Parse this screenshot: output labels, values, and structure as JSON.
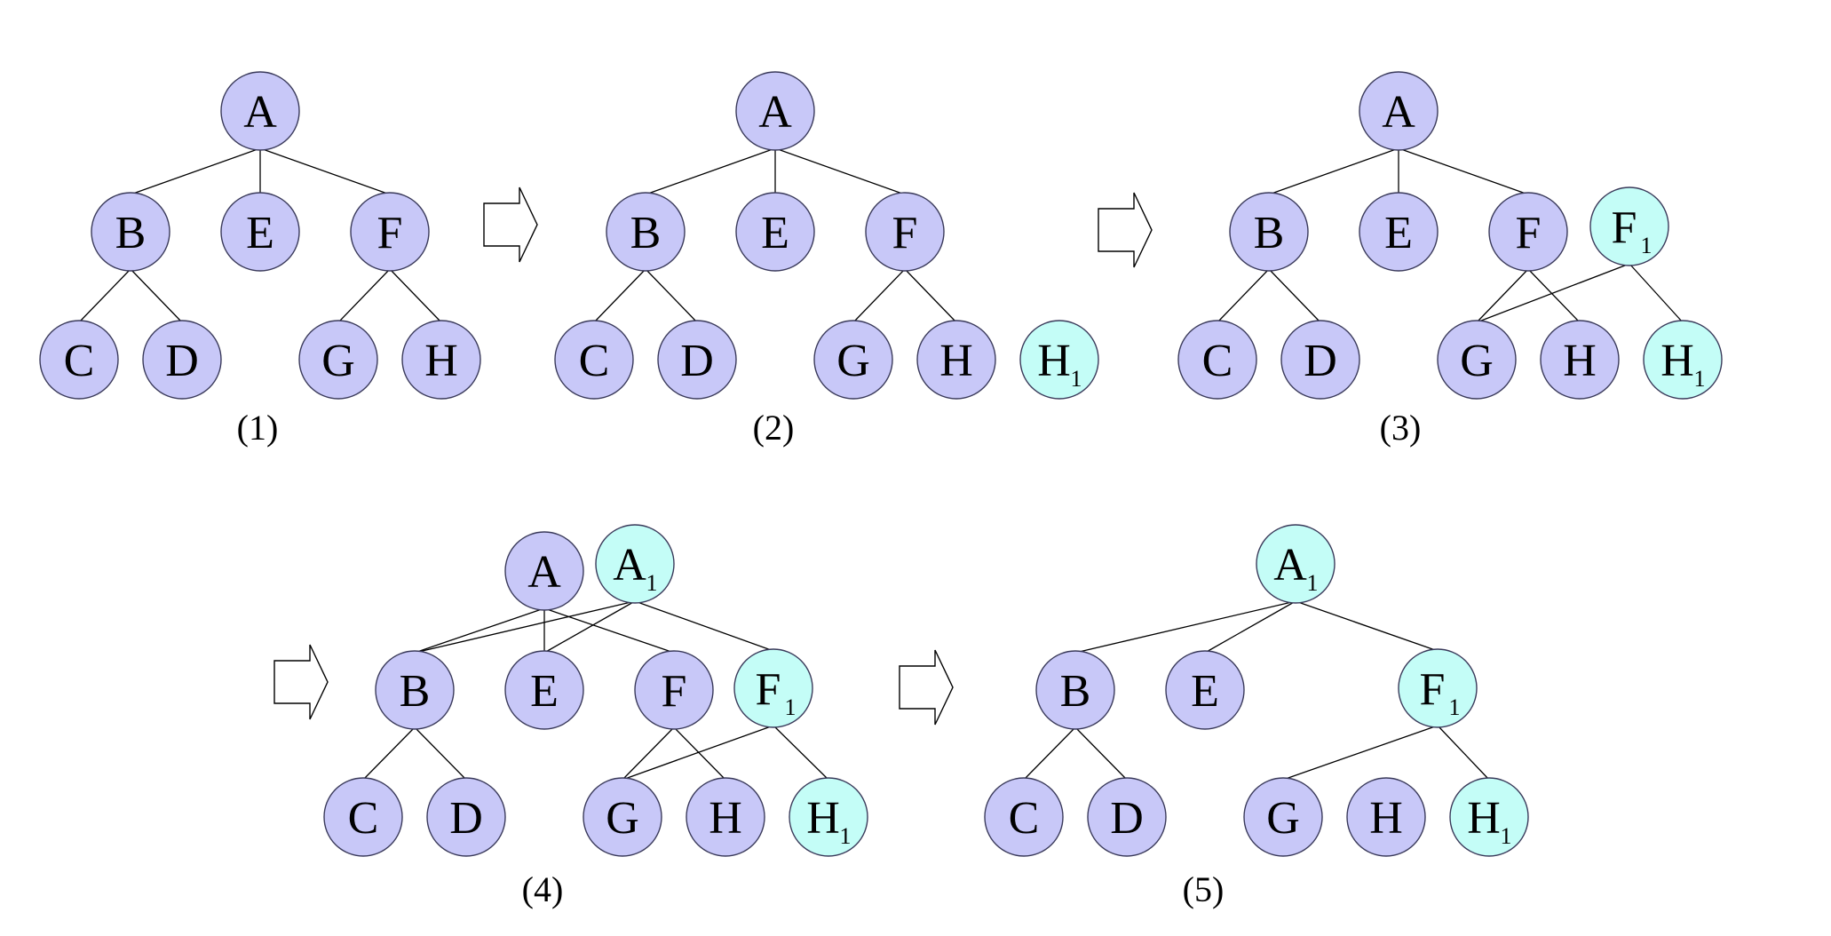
{
  "colors": {
    "original_node": "#c8c8f8",
    "copied_node": "#c4fdf7",
    "edge": "#000000",
    "arrow_fill": "#ffffff"
  },
  "panels": [
    {
      "caption": "(1)",
      "nodes": [
        {
          "id": "A",
          "label": "A",
          "sub": "",
          "kind": "original"
        },
        {
          "id": "B",
          "label": "B",
          "sub": "",
          "kind": "original"
        },
        {
          "id": "E",
          "label": "E",
          "sub": "",
          "kind": "original"
        },
        {
          "id": "F",
          "label": "F",
          "sub": "",
          "kind": "original"
        },
        {
          "id": "C",
          "label": "C",
          "sub": "",
          "kind": "original"
        },
        {
          "id": "D",
          "label": "D",
          "sub": "",
          "kind": "original"
        },
        {
          "id": "G",
          "label": "G",
          "sub": "",
          "kind": "original"
        },
        {
          "id": "H",
          "label": "H",
          "sub": "",
          "kind": "original"
        }
      ],
      "edges": [
        [
          "A",
          "B"
        ],
        [
          "A",
          "E"
        ],
        [
          "A",
          "F"
        ],
        [
          "B",
          "C"
        ],
        [
          "B",
          "D"
        ],
        [
          "F",
          "G"
        ],
        [
          "F",
          "H"
        ]
      ]
    },
    {
      "caption": "(2)",
      "nodes": [
        {
          "id": "A",
          "label": "A",
          "sub": "",
          "kind": "original"
        },
        {
          "id": "B",
          "label": "B",
          "sub": "",
          "kind": "original"
        },
        {
          "id": "E",
          "label": "E",
          "sub": "",
          "kind": "original"
        },
        {
          "id": "F",
          "label": "F",
          "sub": "",
          "kind": "original"
        },
        {
          "id": "C",
          "label": "C",
          "sub": "",
          "kind": "original"
        },
        {
          "id": "D",
          "label": "D",
          "sub": "",
          "kind": "original"
        },
        {
          "id": "G",
          "label": "G",
          "sub": "",
          "kind": "original"
        },
        {
          "id": "H",
          "label": "H",
          "sub": "",
          "kind": "original"
        },
        {
          "id": "H1",
          "label": "H",
          "sub": "1",
          "kind": "copy"
        }
      ],
      "edges": [
        [
          "A",
          "B"
        ],
        [
          "A",
          "E"
        ],
        [
          "A",
          "F"
        ],
        [
          "B",
          "C"
        ],
        [
          "B",
          "D"
        ],
        [
          "F",
          "G"
        ],
        [
          "F",
          "H"
        ]
      ]
    },
    {
      "caption": "(3)",
      "nodes": [
        {
          "id": "A",
          "label": "A",
          "sub": "",
          "kind": "original"
        },
        {
          "id": "B",
          "label": "B",
          "sub": "",
          "kind": "original"
        },
        {
          "id": "E",
          "label": "E",
          "sub": "",
          "kind": "original"
        },
        {
          "id": "F",
          "label": "F",
          "sub": "",
          "kind": "original"
        },
        {
          "id": "F1",
          "label": "F",
          "sub": "1",
          "kind": "copy"
        },
        {
          "id": "C",
          "label": "C",
          "sub": "",
          "kind": "original"
        },
        {
          "id": "D",
          "label": "D",
          "sub": "",
          "kind": "original"
        },
        {
          "id": "G",
          "label": "G",
          "sub": "",
          "kind": "original"
        },
        {
          "id": "H",
          "label": "H",
          "sub": "",
          "kind": "original"
        },
        {
          "id": "H1",
          "label": "H",
          "sub": "1",
          "kind": "copy"
        }
      ],
      "edges": [
        [
          "A",
          "B"
        ],
        [
          "A",
          "E"
        ],
        [
          "A",
          "F"
        ],
        [
          "B",
          "C"
        ],
        [
          "B",
          "D"
        ],
        [
          "F",
          "G"
        ],
        [
          "F",
          "H"
        ],
        [
          "F1",
          "G"
        ],
        [
          "F1",
          "H1"
        ]
      ]
    },
    {
      "caption": "(4)",
      "nodes": [
        {
          "id": "A",
          "label": "A",
          "sub": "",
          "kind": "original"
        },
        {
          "id": "A1",
          "label": "A",
          "sub": "1",
          "kind": "copy"
        },
        {
          "id": "B",
          "label": "B",
          "sub": "",
          "kind": "original"
        },
        {
          "id": "E",
          "label": "E",
          "sub": "",
          "kind": "original"
        },
        {
          "id": "F",
          "label": "F",
          "sub": "",
          "kind": "original"
        },
        {
          "id": "F1",
          "label": "F",
          "sub": "1",
          "kind": "copy"
        },
        {
          "id": "C",
          "label": "C",
          "sub": "",
          "kind": "original"
        },
        {
          "id": "D",
          "label": "D",
          "sub": "",
          "kind": "original"
        },
        {
          "id": "G",
          "label": "G",
          "sub": "",
          "kind": "original"
        },
        {
          "id": "H",
          "label": "H",
          "sub": "",
          "kind": "original"
        },
        {
          "id": "H1",
          "label": "H",
          "sub": "1",
          "kind": "copy"
        }
      ],
      "edges": [
        [
          "A",
          "B"
        ],
        [
          "A",
          "E"
        ],
        [
          "A",
          "F"
        ],
        [
          "A1",
          "B"
        ],
        [
          "A1",
          "E"
        ],
        [
          "A1",
          "F1"
        ],
        [
          "B",
          "C"
        ],
        [
          "B",
          "D"
        ],
        [
          "F",
          "G"
        ],
        [
          "F",
          "H"
        ],
        [
          "F1",
          "G"
        ],
        [
          "F1",
          "H1"
        ]
      ]
    },
    {
      "caption": "(5)",
      "nodes": [
        {
          "id": "A1",
          "label": "A",
          "sub": "1",
          "kind": "copy"
        },
        {
          "id": "B",
          "label": "B",
          "sub": "",
          "kind": "original"
        },
        {
          "id": "E",
          "label": "E",
          "sub": "",
          "kind": "original"
        },
        {
          "id": "F1",
          "label": "F",
          "sub": "1",
          "kind": "copy"
        },
        {
          "id": "C",
          "label": "C",
          "sub": "",
          "kind": "original"
        },
        {
          "id": "D",
          "label": "D",
          "sub": "",
          "kind": "original"
        },
        {
          "id": "G",
          "label": "G",
          "sub": "",
          "kind": "original"
        },
        {
          "id": "H",
          "label": "H",
          "sub": "",
          "kind": "original"
        },
        {
          "id": "H1",
          "label": "H",
          "sub": "1",
          "kind": "copy"
        }
      ],
      "edges": [
        [
          "A1",
          "B"
        ],
        [
          "A1",
          "E"
        ],
        [
          "A1",
          "F1"
        ],
        [
          "B",
          "C"
        ],
        [
          "B",
          "D"
        ],
        [
          "F1",
          "G"
        ],
        [
          "F1",
          "H1"
        ]
      ]
    }
  ],
  "transitions": [
    "arrow",
    "arrow",
    "arrow",
    "arrow"
  ]
}
